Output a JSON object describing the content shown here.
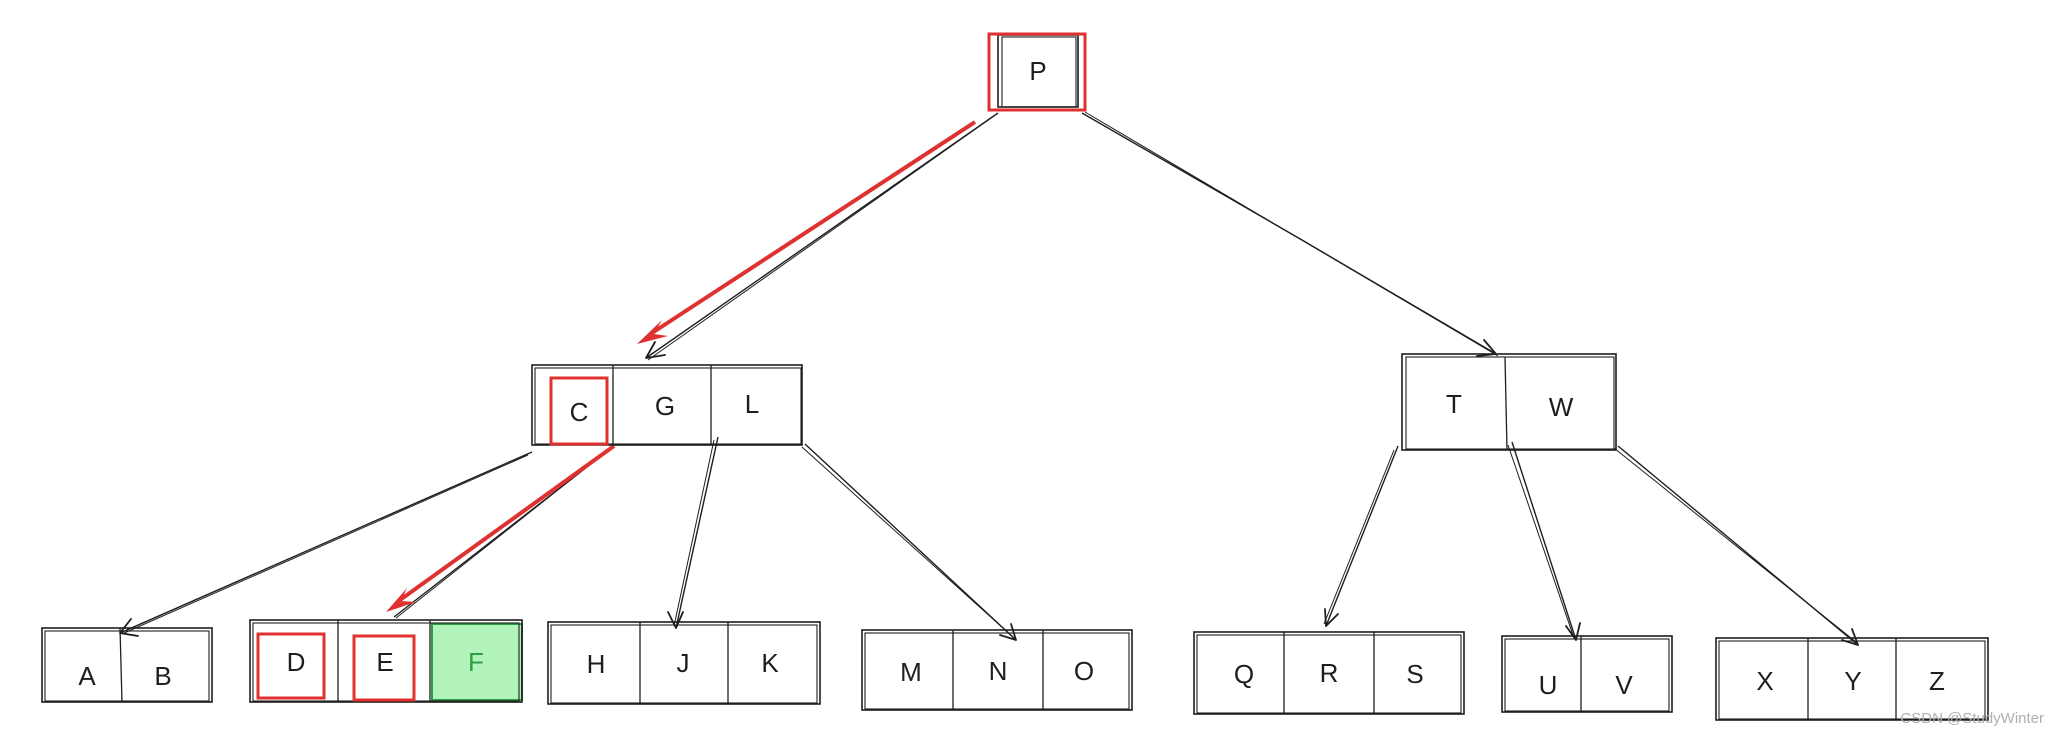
{
  "tree": {
    "root": {
      "keys": [
        "P"
      ]
    },
    "level1": [
      {
        "keys": [
          "C",
          "G",
          "L"
        ]
      },
      {
        "keys": [
          "T",
          "W"
        ]
      }
    ],
    "leaves": [
      {
        "keys": [
          "A",
          "B"
        ]
      },
      {
        "keys": [
          "D",
          "E",
          "F"
        ]
      },
      {
        "keys": [
          "H",
          "J",
          "K"
        ]
      },
      {
        "keys": [
          "M",
          "N",
          "O"
        ]
      },
      {
        "keys": [
          "Q",
          "R",
          "S"
        ]
      },
      {
        "keys": [
          "U",
          "V"
        ]
      },
      {
        "keys": [
          "X",
          "Y",
          "Z"
        ]
      }
    ]
  },
  "highlights": {
    "red_outlined_keys": [
      "P",
      "C",
      "D",
      "E"
    ],
    "green_filled_keys": [
      "F"
    ],
    "search_path": [
      "P",
      "C",
      "D"
    ],
    "colors": {
      "highlight": "#e03131",
      "green_fill": "#b2f2bb",
      "green_text": "#2f9e44",
      "ink": "#1e1e1e"
    }
  },
  "watermark": "CSDN @StudyWinter"
}
